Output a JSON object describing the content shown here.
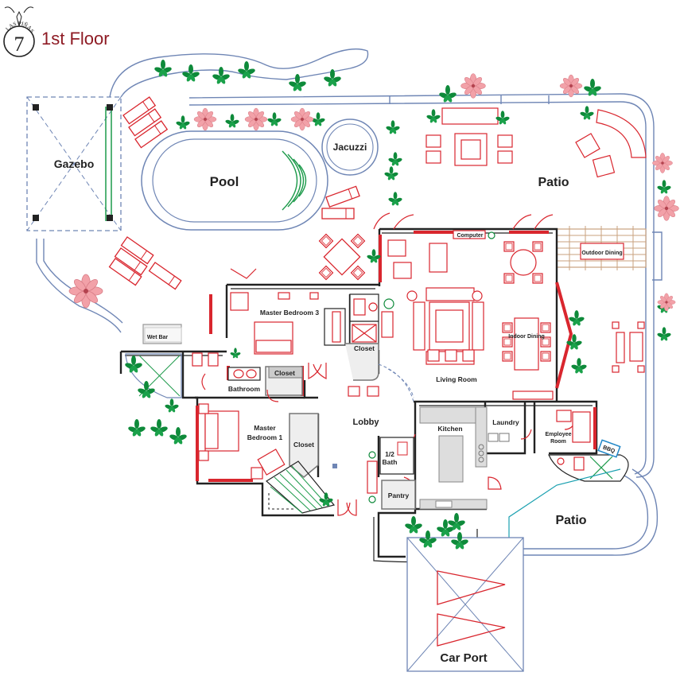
{
  "brand": {
    "arc_text": "LAS PIÑAS",
    "number": "7",
    "floor_title": "1st Floor",
    "title_color": "#8e1b24"
  },
  "colors": {
    "wall": "#222222",
    "furniture": "#d9262e",
    "outline_blue": "#6f86b5",
    "stair_green": "#1c9a4a",
    "plant_green": "#0e8a3a",
    "flower_pink": "#f2a1a8",
    "wood": "#c9a27e"
  },
  "rooms": {
    "gazebo": "Gazebo",
    "pool": "Pool",
    "jacuzzi": "Jacuzzi",
    "patio_top": "Patio",
    "patio_bottom": "Patio",
    "outdoor_dining": "Outdoor Dining",
    "computer": "Computer",
    "master_bedroom_3": "Master Bedroom 3",
    "indoor_dining": "Indoor Dining",
    "wet_bar": "Wet Bar",
    "closet_a": "Closet",
    "closet_b": "Closet",
    "closet_c": "Closet",
    "living_room": "Living Room",
    "bathroom": "Bathroom",
    "lobby": "Lobby",
    "master_bedroom_1_l1": "Master",
    "master_bedroom_1_l2": "Bedroom 1",
    "kitchen": "Kitchen",
    "laundry": "Laundry",
    "employee_room_l1": "Employee",
    "employee_room_l2": "Room",
    "bbq": "BBQ",
    "half_bath_l1": "1/2",
    "half_bath_l2": "Bath",
    "pantry": "Pantry",
    "car_port": "Car Port"
  }
}
